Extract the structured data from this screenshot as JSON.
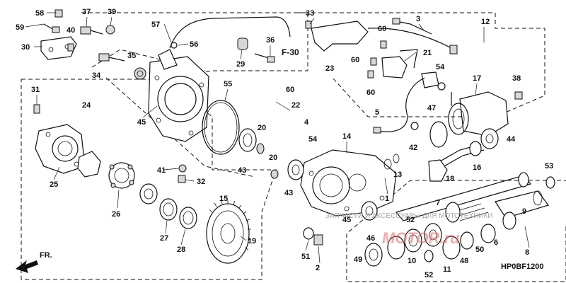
{
  "diagram": {
    "code": "HP0BF1200",
    "ref_label": "F-30",
    "direction_label": "FR.",
    "watermark_text": "ЗАПЧАСТИ И АКСЕССУАРЫ ДЛЯ МОТОТЕХНИКИ",
    "watermark_brand": "MOTOR.ru",
    "parts": [
      {
        "label": "58"
      },
      {
        "label": "37"
      },
      {
        "label": "39"
      },
      {
        "label": "59"
      },
      {
        "label": "40"
      },
      {
        "label": "30"
      },
      {
        "label": "57"
      },
      {
        "label": "56"
      },
      {
        "label": "36"
      },
      {
        "label": "35"
      },
      {
        "label": "34"
      },
      {
        "label": "29"
      },
      {
        "label": "33"
      },
      {
        "label": "3"
      },
      {
        "label": "12"
      },
      {
        "label": "60"
      },
      {
        "label": "60"
      },
      {
        "label": "21"
      },
      {
        "label": "23"
      },
      {
        "label": "54"
      },
      {
        "label": "60"
      },
      {
        "label": "17"
      },
      {
        "label": "38"
      },
      {
        "label": "31"
      },
      {
        "label": "24"
      },
      {
        "label": "45"
      },
      {
        "label": "55"
      },
      {
        "label": "60"
      },
      {
        "label": "22"
      },
      {
        "label": "5"
      },
      {
        "label": "47"
      },
      {
        "label": "4"
      },
      {
        "label": "42"
      },
      {
        "label": "44"
      },
      {
        "label": "20"
      },
      {
        "label": "54"
      },
      {
        "label": "14"
      },
      {
        "label": "25"
      },
      {
        "label": "41"
      },
      {
        "label": "43"
      },
      {
        "label": "20"
      },
      {
        "label": "13"
      },
      {
        "label": "16"
      },
      {
        "label": "18"
      },
      {
        "label": "53"
      },
      {
        "label": "32"
      },
      {
        "label": "26"
      },
      {
        "label": "15"
      },
      {
        "label": "43"
      },
      {
        "label": "1"
      },
      {
        "label": "27"
      },
      {
        "label": "28"
      },
      {
        "label": "19"
      },
      {
        "label": "45"
      },
      {
        "label": "52"
      },
      {
        "label": "7"
      },
      {
        "label": "9"
      },
      {
        "label": "46"
      },
      {
        "label": "6"
      },
      {
        "label": "51"
      },
      {
        "label": "50"
      },
      {
        "label": "10"
      },
      {
        "label": "49"
      },
      {
        "label": "48"
      },
      {
        "label": "8"
      },
      {
        "label": "2"
      },
      {
        "label": "52"
      },
      {
        "label": "11"
      }
    ]
  }
}
